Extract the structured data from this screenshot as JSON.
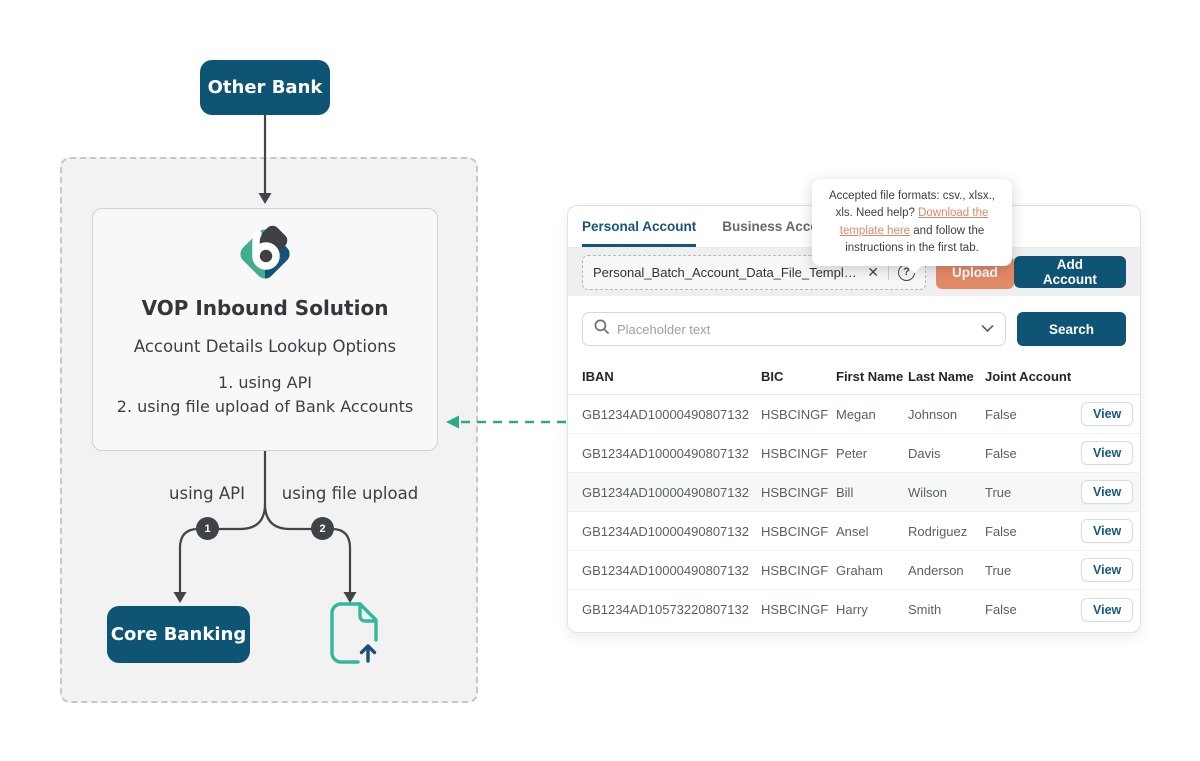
{
  "diagram": {
    "other_bank_label": "Other Bank",
    "solution_title": "VOP Inbound Solution",
    "solution_subtitle": "Account Details Lookup Options",
    "option_1": "1. using API",
    "option_2": "2. using file upload of Bank Accounts",
    "branch_left_label": "using API",
    "branch_right_label": "using file upload",
    "branch_left_number": "1",
    "branch_right_number": "2",
    "core_banking_label": "Core Banking"
  },
  "tooltip": {
    "text_before_link": "Accepted file formats: csv., xlsx., xls. Need help? ",
    "link_text": "Download the template here",
    "text_after_link": " and follow the instructions in the first tab."
  },
  "panel": {
    "tabs": [
      {
        "label": "Personal Account"
      },
      {
        "label": "Business Account"
      }
    ],
    "file_upload": {
      "filename": "Personal_Batch_Account_Data_File_Template.csv",
      "clear_icon": "✕",
      "help_icon": "?",
      "upload_label": "Upload",
      "add_account_label": "Add Account"
    },
    "search": {
      "placeholder": "Placeholder text",
      "button_label": "Search"
    },
    "table": {
      "headers": [
        "IBAN",
        "BIC",
        "First Name",
        "Last Name",
        "Joint Account"
      ],
      "action_label": "View",
      "rows": [
        {
          "iban": "GB1234AD10000490807132",
          "bic": "HSBCINGF",
          "first_name": "Megan",
          "last_name": "Johnson",
          "joint_account": "False"
        },
        {
          "iban": "GB1234AD10000490807132",
          "bic": "HSBCINGF",
          "first_name": "Peter",
          "last_name": "Davis",
          "joint_account": "False"
        },
        {
          "iban": "GB1234AD10000490807132",
          "bic": "HSBCINGF",
          "first_name": "Bill",
          "last_name": "Wilson",
          "joint_account": "True"
        },
        {
          "iban": "GB1234AD10000490807132",
          "bic": "HSBCINGF",
          "first_name": "Ansel",
          "last_name": "Rodriguez",
          "joint_account": "False"
        },
        {
          "iban": "GB1234AD10000490807132",
          "bic": "HSBCINGF",
          "first_name": "Graham",
          "last_name": "Anderson",
          "joint_account": "True"
        },
        {
          "iban": "GB1234AD10573220807132",
          "bic": "HSBCINGF",
          "first_name": "Harry",
          "last_name": "Smith",
          "joint_account": "False"
        }
      ]
    }
  },
  "colors": {
    "brand_dark_teal": "#0E5474",
    "accent_salmon": "#E28A68",
    "accent_teal_green": "#2CA78C",
    "diagram_gray": "#3F4347",
    "link_salmon": "#E0876B"
  }
}
